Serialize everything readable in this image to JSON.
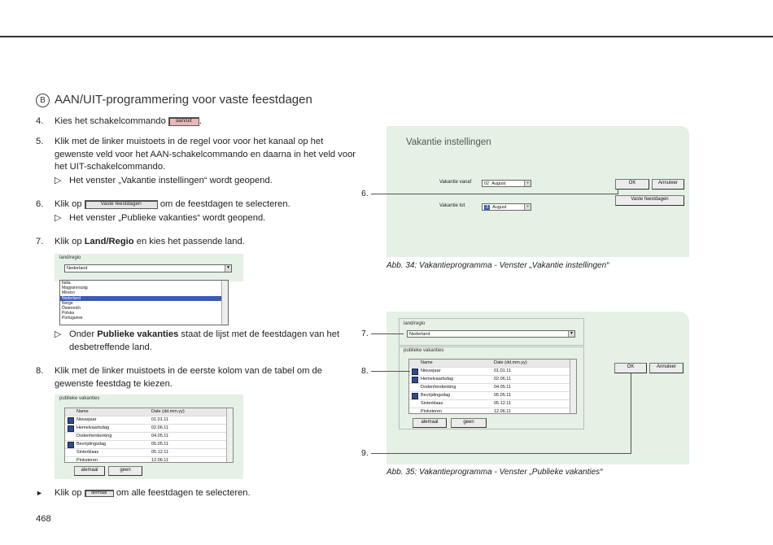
{
  "section": {
    "marker": "B",
    "title": "AAN/UIT-programmering voor vaste feestdagen"
  },
  "steps": {
    "s4": {
      "num": "4.",
      "pre": "Kies het schakelcommando",
      "btn": "aan/uit",
      "post": "."
    },
    "s5": {
      "num": "5.",
      "lines": [
        "Klik met de linker muistoets in de regel voor voor het kanaal op  het",
        "gewenste veld voor het AAN-schakelcommando en daarna in het veld voor",
        "het UIT-schakelcommando."
      ],
      "result": "Het venster „Vakantie instellingen“ wordt geopend."
    },
    "s6": {
      "num": "6.",
      "pre": "Klik op",
      "btn": "Vaste feestdagen",
      "post": "om de feestdagen te selecteren.",
      "result": "Het venster „Publieke vakanties“ wordt geopend."
    },
    "s7": {
      "num": "7.",
      "pre": "Klik op ",
      "bold": "Land/Regio",
      "post": " en kies het passende land.",
      "result_pre": "Onder ",
      "result_bold": "Publieke vakanties",
      "result_post": " staat de lijst met de feestdagen van het",
      "result_line2": "desbetreffende land."
    },
    "s8": {
      "num": "8.",
      "lines": [
        "Klik met de linker muistoets in de eerste kolom van de tabel om de",
        "gewenste feestdag te kiezen."
      ]
    },
    "final": {
      "marker": "►",
      "pre": "Klik op",
      "btn": "alemaal",
      "post": "om alle feestdagen te selecteren."
    }
  },
  "page_number": "468",
  "land_dropdown": {
    "label": "land/regio",
    "value": "Nederland",
    "options": [
      "Italia",
      "Magyarország",
      "México",
      "Nederland",
      "Norge",
      "Österreich",
      "Polska",
      "Portuguese"
    ],
    "selected": "Nederland"
  },
  "holidays_panel": {
    "label": "publieke vakanties",
    "col_name": "Name",
    "col_date": "Date (dd.mm.yy)",
    "rows": [
      {
        "name": "Nieuwjaar",
        "date": "01.01.11",
        "checked": true
      },
      {
        "name": "Hemelvaartsdag",
        "date": "02.06.11",
        "checked": true
      },
      {
        "name": "Dodenherdenking",
        "date": "04.05.11",
        "checked": false
      },
      {
        "name": "Bevrijdingsdag",
        "date": "05.05.11",
        "checked": true
      },
      {
        "name": "Sinterklaas",
        "date": "05.12.11",
        "checked": false
      },
      {
        "name": "Pinksteren",
        "date": "12.06.11",
        "checked": false
      }
    ],
    "btn_all": "alemaal",
    "btn_none": "geen"
  },
  "fig34": {
    "title": "Vakantie instellingen",
    "from_label": "Vakantie vanaf",
    "from_day": "02",
    "from_month": "August",
    "to_label": "Vakantie tot",
    "to_day": "3",
    "to_month": "August",
    "ok": "OK",
    "cancel": "Annuleer",
    "fixed": "Vaste feestdagen",
    "callout": "6.",
    "caption": "Abb. 34:  Vakantieprogramma - Venster „Vakantie instellingen“"
  },
  "fig35": {
    "land_label": "land/regio",
    "land_value": "Nederland",
    "ok": "OK",
    "cancel": "Annuleer",
    "callout7": "7.",
    "callout8": "8.",
    "callout9": "9.",
    "caption": "Abb. 35:  Vakantieprogramma - Venster „Publieke vakanties“"
  }
}
